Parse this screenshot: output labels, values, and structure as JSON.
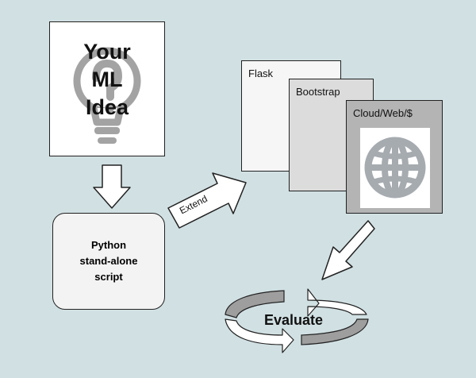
{
  "idea": {
    "text": "Your\nML\nIdea"
  },
  "script": {
    "text": "Python\nstand-alone\nscript"
  },
  "arrows": {
    "extend_label": "Extend"
  },
  "stack": {
    "page1": "Flask",
    "page2": "Bootstrap",
    "page3": "Cloud/Web/$"
  },
  "cycle": {
    "label": "Evaluate"
  },
  "colors": {
    "background": "#d1e0e3",
    "bulb": "#a3a3a3",
    "globe": "#a6abb0",
    "cycle_gray": "#9e9e9e"
  }
}
